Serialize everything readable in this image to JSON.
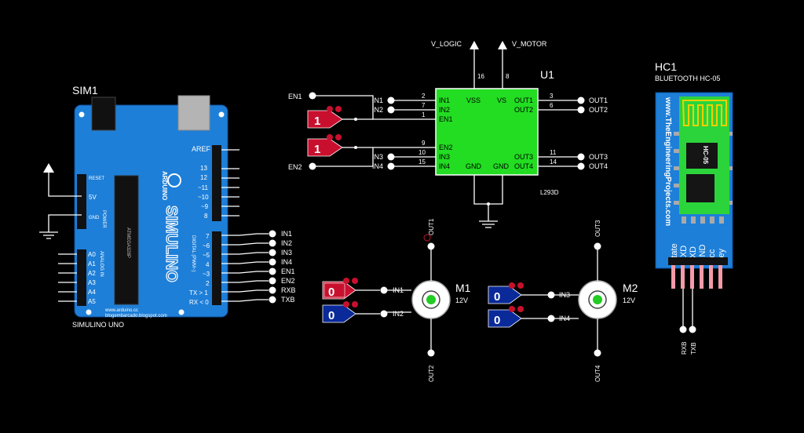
{
  "sim1": {
    "ref": "SIM1",
    "name": "SIMULINO UNO",
    "brand": "SIMULINO",
    "arduino": "ARDUINO",
    "site": "www.arduino.cc",
    "blog": "blogembarcado.blogspot.com",
    "aref": "AREF",
    "reset": "RESET",
    "v5": "5V",
    "gnd": "GND",
    "power": "POWER",
    "analog_in": "ANALOG IN",
    "digital": "DIGITAL (PWM~)",
    "chip": "ATMEGA328P",
    "top_pins": [
      "13",
      "12",
      "~11",
      "~10",
      "~9",
      "8"
    ],
    "bottom_pins": [
      "7",
      "~6",
      "~5",
      "4",
      "~3",
      "2",
      "TX > 1",
      "RX < 0"
    ],
    "analog_pins": [
      "A0",
      "A1",
      "A2",
      "A3",
      "A4",
      "A5"
    ],
    "outputs": [
      "IN1",
      "IN2",
      "IN3",
      "IN4",
      "EN1",
      "EN2",
      "RXB",
      "TXB"
    ]
  },
  "u1": {
    "ref": "U1",
    "part": "L293D",
    "v_logic": "V_LOGIC",
    "v_motor": "V_MOTOR",
    "pin16": "16",
    "pin8": "8",
    "left_pins": [
      {
        "num": "2",
        "name": "IN1"
      },
      {
        "num": "7",
        "name": "IN2"
      },
      {
        "num": "1",
        "name": "EN1"
      },
      {
        "num": "9",
        "name": "EN2"
      },
      {
        "num": "10",
        "name": "IN3"
      },
      {
        "num": "15",
        "name": "IN4"
      }
    ],
    "right_pins": [
      {
        "num": "3",
        "name": "OUT1"
      },
      {
        "num": "6",
        "name": "OUT2"
      },
      {
        "num": "11",
        "name": "OUT3"
      },
      {
        "num": "14",
        "name": "OUT4"
      }
    ],
    "vss": "VSS",
    "vs": "VS",
    "gnd": "GND",
    "left_net_labels": [
      "EN1",
      "IN1",
      "IN2",
      "EN2",
      "IN3",
      "IN4"
    ],
    "right_net_labels": [
      "OUT1",
      "OUT2",
      "OUT3",
      "OUT4"
    ],
    "logic_states": [
      "1",
      "1"
    ]
  },
  "m1": {
    "ref": "M1",
    "voltage": "12V",
    "out_top": "OUT1",
    "out_bottom": "OUT2",
    "in_a": "IN1",
    "in_b": "IN2",
    "states": [
      "0",
      "0"
    ]
  },
  "m2": {
    "ref": "M2",
    "voltage": "12V",
    "out_top": "OUT3",
    "out_bottom": "OUT4",
    "in_a": "IN3",
    "in_b": "IN4",
    "states": [
      "0",
      "0"
    ]
  },
  "hc1": {
    "ref": "HC1",
    "name": "BLUETOOTH HC-05",
    "site": "www.TheEngineeringProjects.com",
    "module": "HC-05",
    "pins": [
      "State",
      "RXD",
      "TXD",
      "GND",
      "Vcc",
      "Key"
    ],
    "rxb": "RXB",
    "txb": "TXB"
  },
  "colors": {
    "background": "#000000",
    "arduino_blue": "#1e7fd8",
    "chip_green": "#22dd22",
    "logic_high": "#c8102e",
    "logic_low": "#0a2a9a",
    "bluetooth_green": "#2bd43a"
  }
}
